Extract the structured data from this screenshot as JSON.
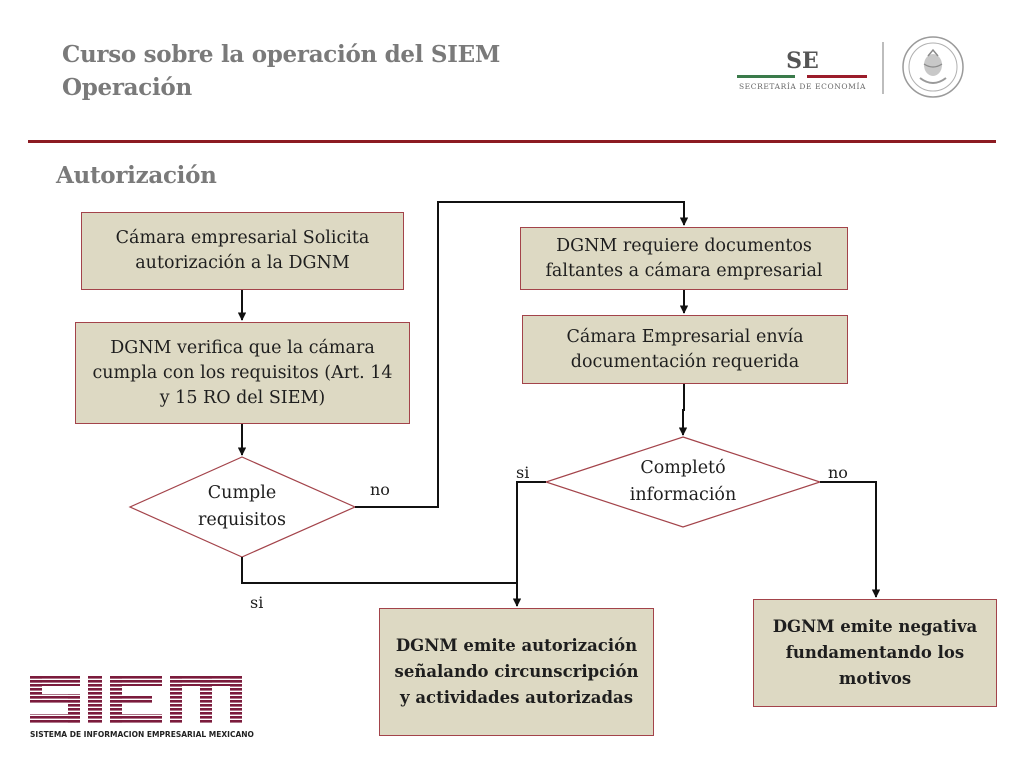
{
  "header": {
    "title_line1": "Curso sobre la operación del SIEM",
    "title_line2": "Operación"
  },
  "logos": {
    "se_abbr": "SE",
    "se_name": "SECRETARÍA DE ECONOMÍA",
    "seal_icon": "mexico-coat-of-arms-seal",
    "siem_logo_text": "SIEM",
    "siem_subtitle": "SISTEMA DE INFORMACION EMPRESARIAL MEXICANO"
  },
  "section_title": "Autorización",
  "flowchart": {
    "nodes": {
      "solicita": "Cámara empresarial Solicita autorización a la DGNM",
      "verifica": "DGNM verifica que la cámara cumpla con los requisitos (Art. 14 y 15 RO del SIEM)",
      "cumple": "Cumple requisitos",
      "requiere": "DGNM requiere documentos faltantes a cámara empresarial",
      "envia": "Cámara Empresarial envía documentación requerida",
      "completo": "Completó información",
      "autoriza": "DGNM emite autorización señalando circunscripción y actividades autorizadas",
      "negativa": "DGNM emite negativa fundamentando los motivos"
    },
    "edge_labels": {
      "cumple_no": "no",
      "cumple_si": "si",
      "completo_si": "si",
      "completo_no": "no"
    }
  },
  "colors": {
    "box_fill": "#ddd9c3",
    "box_border": "#a3434a",
    "header_rule": "#8c1b22",
    "heading_gray": "#7a7a7a",
    "siem_maroon": "#7b1b3c"
  }
}
